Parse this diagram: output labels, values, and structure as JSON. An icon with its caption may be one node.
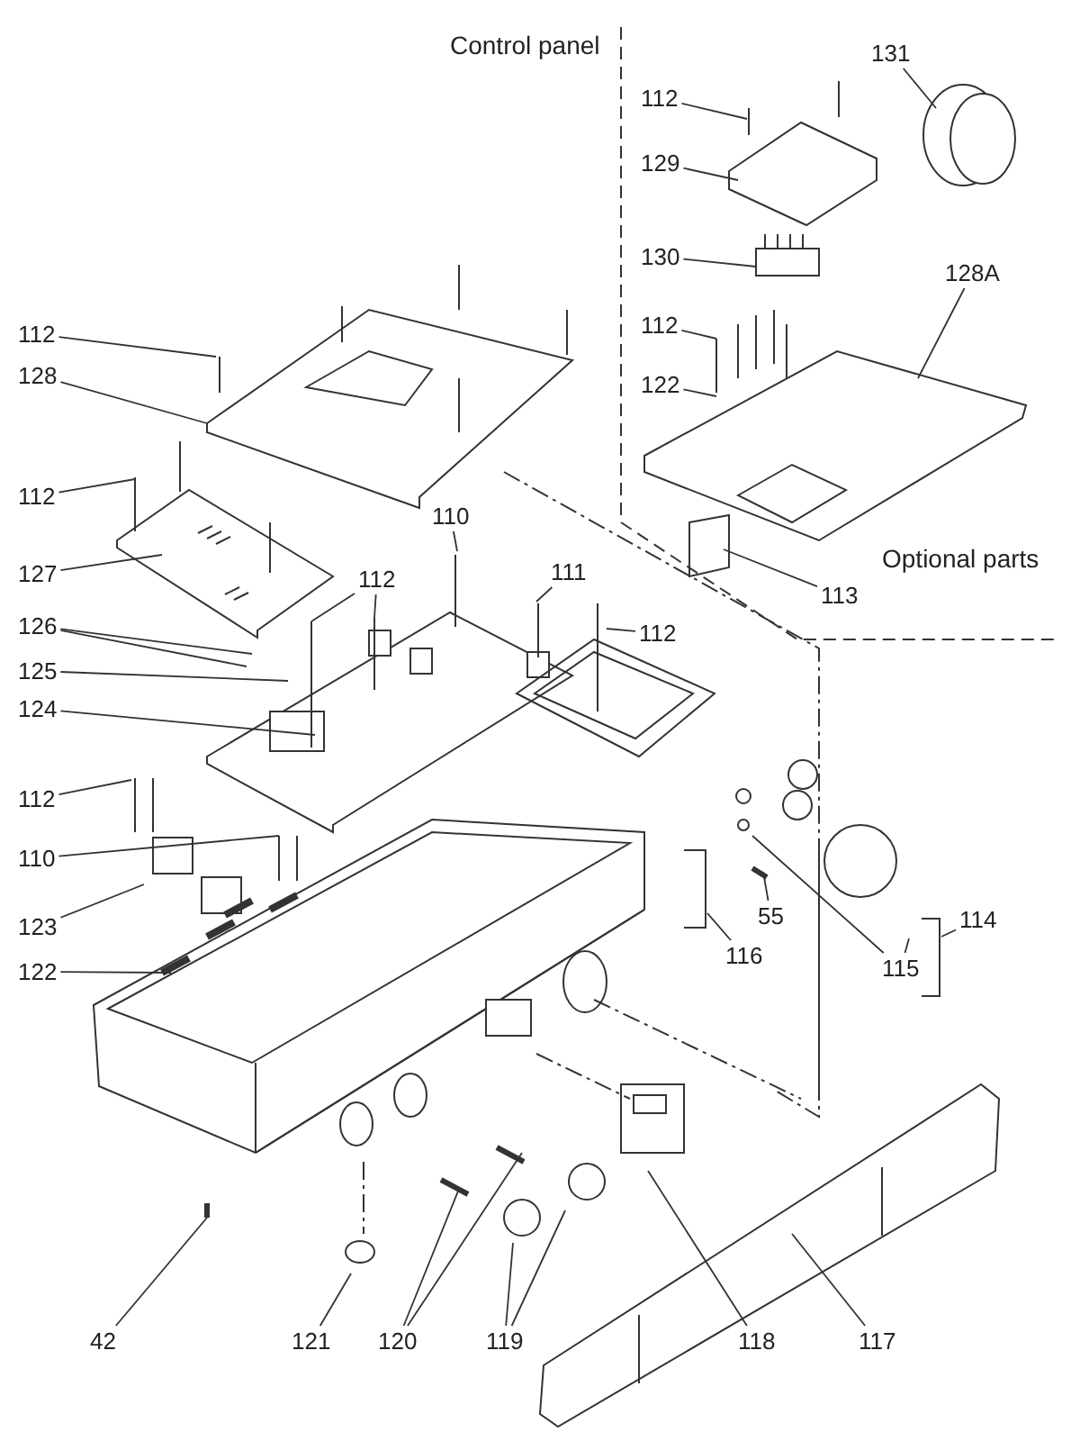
{
  "diagram": {
    "nodes": [
      {
        "text": [
          "131"
        ]
      },
      {
        "text": [
          "112"
        ]
      },
      {
        "text": [
          "129"
        ]
      },
      {
        "text": [
          "130"
        ]
      },
      {
        "text": [
          "128A"
        ]
      },
      {
        "text": [
          "112"
        ]
      },
      {
        "text": [
          "122"
        ]
      },
      {
        "text": [
          "112"
        ]
      },
      {
        "text": [
          "128"
        ]
      },
      {
        "text": [
          "112"
        ]
      },
      {
        "text": [
          "127"
        ]
      },
      {
        "text": [
          "113"
        ]
      },
      {
        "text": [
          "110"
        ]
      },
      {
        "text": [
          "111"
        ]
      },
      {
        "text": [
          "112"
        ]
      },
      {
        "text": [
          "112"
        ]
      },
      {
        "text": [
          "126"
        ]
      },
      {
        "text": [
          "125"
        ]
      },
      {
        "text": [
          "124"
        ]
      },
      {
        "text": [
          "112"
        ]
      },
      {
        "text": [
          "110"
        ]
      },
      {
        "text": [
          "123"
        ]
      },
      {
        "text": [
          "116"
        ]
      },
      {
        "text": [
          "55"
        ]
      },
      {
        "text": [
          "114"
        ]
      },
      {
        "text": [
          "115"
        ]
      },
      {
        "text": [
          "122"
        ]
      },
      {
        "text": [
          "42"
        ]
      },
      {
        "text": [
          "121"
        ]
      },
      {
        "text": [
          "120"
        ]
      },
      {
        "text": [
          "119"
        ]
      },
      {
        "text": [
          "118"
        ]
      },
      {
        "text": [
          "117"
        ]
      }
    ],
    "edges": [
      {
        "from": 0,
        "to": null,
        "arrow": "none"
      },
      {
        "from": 1,
        "to": null,
        "arrow": "none"
      },
      {
        "from": 2,
        "to": null,
        "arrow": "none"
      },
      {
        "from": 3,
        "to": null,
        "arrow": "none"
      },
      {
        "from": 4,
        "to": null,
        "arrow": "none"
      },
      {
        "from": 5,
        "to": null,
        "arrow": "none"
      },
      {
        "from": 6,
        "to": null,
        "arrow": "none"
      },
      {
        "from": 7,
        "to": null,
        "arrow": "none"
      },
      {
        "from": 8,
        "to": null,
        "arrow": "none"
      },
      {
        "from": 9,
        "to": null,
        "arrow": "none"
      },
      {
        "from": 10,
        "to": null,
        "arrow": "none"
      },
      {
        "from": 11,
        "to": null,
        "arrow": "none"
      },
      {
        "from": 12,
        "to": null,
        "arrow": "none"
      },
      {
        "from": 13,
        "to": null,
        "arrow": "none"
      },
      {
        "from": 14,
        "to": null,
        "arrow": "none"
      },
      {
        "from": 14,
        "to": null,
        "arrow": "none"
      },
      {
        "from": 15,
        "to": null,
        "arrow": "none"
      },
      {
        "from": 16,
        "to": null,
        "arrow": "none"
      },
      {
        "from": 16,
        "to": null,
        "arrow": "none"
      },
      {
        "from": 17,
        "to": null,
        "arrow": "none"
      },
      {
        "from": 18,
        "to": null,
        "arrow": "none"
      },
      {
        "from": 19,
        "to": null,
        "arrow": "none"
      },
      {
        "from": 20,
        "to": null,
        "arrow": "none"
      },
      {
        "from": 21,
        "to": null,
        "arrow": "none"
      },
      {
        "from": 22,
        "to": null,
        "arrow": "none"
      },
      {
        "from": 23,
        "to": null,
        "arrow": "none"
      },
      {
        "from": 24,
        "to": null,
        "arrow": "none"
      },
      {
        "from": 25,
        "to": null,
        "arrow": "none"
      },
      {
        "from": 25,
        "to": null,
        "arrow": "none"
      },
      {
        "from": 26,
        "to": null,
        "arrow": "none"
      },
      {
        "from": 27,
        "to": null,
        "arrow": "none"
      },
      {
        "from": 28,
        "to": null,
        "arrow": "none"
      },
      {
        "from": 29,
        "to": null,
        "arrow": "none"
      },
      {
        "from": 29,
        "to": null,
        "arrow": "none"
      },
      {
        "from": 30,
        "to": null,
        "arrow": "none"
      },
      {
        "from": 30,
        "to": null,
        "arrow": "none"
      },
      {
        "from": 31,
        "to": null,
        "arrow": "none"
      },
      {
        "from": 32,
        "to": null,
        "arrow": "none"
      }
    ],
    "labels": [
      "Control panel",
      "Optional parts"
    ]
  }
}
